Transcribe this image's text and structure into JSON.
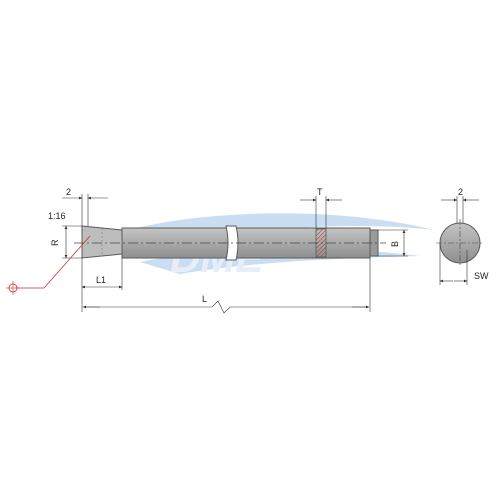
{
  "watermark": {
    "text": "DME",
    "text_color": "#e6eef7",
    "swoosh_color": "#c9def2"
  },
  "colors": {
    "body_fill": "#a9a9a9",
    "body_stroke": "#5a5a5a",
    "cap_fill": "#bdbdbd",
    "dim_line": "#333333",
    "leader": "#d03030",
    "centerline": "#444444"
  },
  "labels": {
    "dim_2_left": "2",
    "taper": "1:16",
    "radius": "R",
    "length_l1": "L1",
    "length_l": "L",
    "flat_width": "T",
    "diameter_b": "B",
    "dim_2_right": "2",
    "width_sw": "SW"
  },
  "icons": {
    "datum_target": "crosshair-circle-icon"
  }
}
